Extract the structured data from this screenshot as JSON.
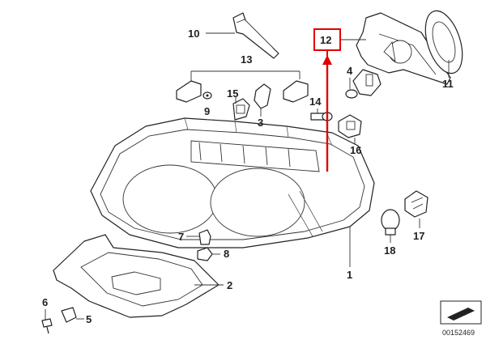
{
  "callouts": {
    "c1": "1",
    "c2": "2",
    "c3": "3",
    "c4": "4",
    "c5": "5",
    "c6": "6",
    "c7": "7",
    "c8": "8",
    "c9": "9",
    "c10": "10",
    "c11": "11",
    "c12": "12",
    "c13": "13",
    "c14": "14",
    "c15": "15",
    "c16": "16",
    "c17": "17",
    "c18": "18"
  },
  "reference_number": "00152469",
  "highlight": {
    "target": "12",
    "color": "#e00000"
  }
}
